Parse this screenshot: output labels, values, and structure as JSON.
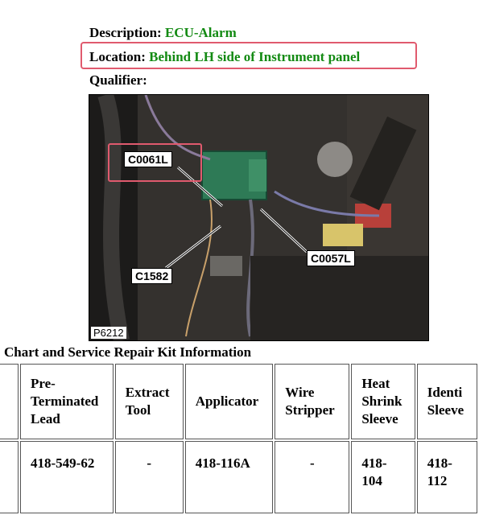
{
  "header": {
    "description_label": "Description:",
    "description_value": "ECU-Alarm",
    "location_label": "Location:",
    "location_value": "Behind LH side of Instrument panel",
    "qualifier_label": "Qualifier:"
  },
  "photo": {
    "id": "P6212",
    "callouts": [
      "C0061L",
      "C1582",
      "C0057L"
    ]
  },
  "section": {
    "title": "Chart and Service Repair Kit Information"
  },
  "table": {
    "headers": [
      "Pre-\nTerminated\nLead",
      "Extract\nTool",
      "Applicator",
      "Wire\nStripper",
      "Heat\nShrink\nSleeve",
      "Identi\nSleeve"
    ],
    "row": [
      "418-549-62",
      "-",
      "418-116A",
      "-",
      "418-\n104",
      "418-\n112"
    ]
  },
  "colors": {
    "value_text": "#138a13",
    "highlight_box": "#e05a6e"
  }
}
